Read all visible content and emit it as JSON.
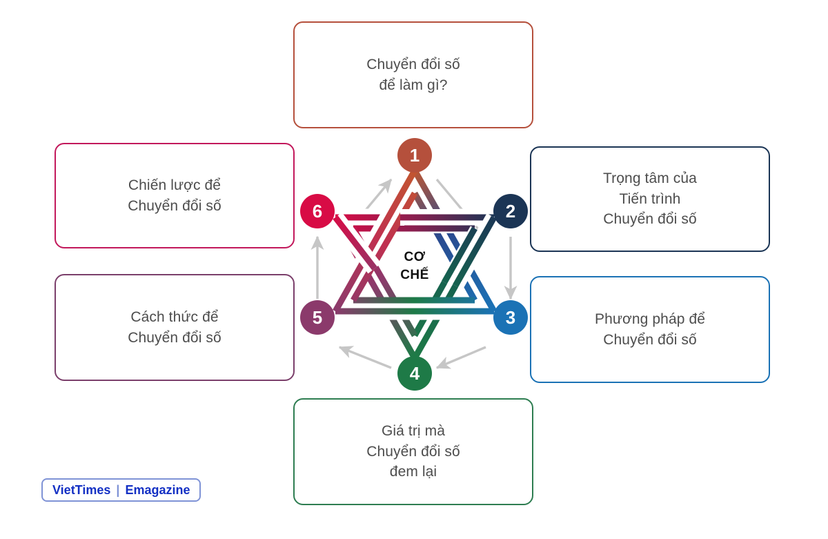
{
  "diagram": {
    "center_label": "CƠ\nCHẾ",
    "center_line1": "CƠ",
    "center_line2": "CHẾ",
    "nodes": [
      {
        "number": "1",
        "color": "#b5503c",
        "position": "top"
      },
      {
        "number": "2",
        "color": "#1b3555",
        "position": "upper-right"
      },
      {
        "number": "3",
        "color": "#1b72b5",
        "position": "lower-right"
      },
      {
        "number": "4",
        "color": "#1e7a47",
        "position": "bottom"
      },
      {
        "number": "5",
        "color": "#8b3a6b",
        "position": "lower-left"
      },
      {
        "number": "6",
        "color": "#d80b45",
        "position": "upper-left"
      }
    ],
    "arrows": [
      {
        "from": "6",
        "to": "1",
        "direction": "up-right"
      },
      {
        "from": "1",
        "to": "2",
        "direction": "down-right"
      },
      {
        "from": "2",
        "to": "3",
        "direction": "down"
      },
      {
        "from": "3",
        "to": "4",
        "direction": "down-left"
      },
      {
        "from": "4",
        "to": "5",
        "direction": "up-left"
      },
      {
        "from": "5",
        "to": "6",
        "direction": "up"
      }
    ],
    "arrow_color": "#c6c6c6"
  },
  "boxes": {
    "top": {
      "text": "Chuyển đổi số\nđể làm gì?",
      "border_color": "#b5503c",
      "linked_node": "1"
    },
    "right_upper": {
      "text": "Trọng tâm của\nTiến trình\nChuyển đổi số",
      "border_color": "#1b3555",
      "linked_node": "2"
    },
    "right_lower": {
      "text": "Phương pháp để\nChuyển đổi số",
      "border_color": "#1b72b5",
      "linked_node": "3"
    },
    "bottom": {
      "text": "Giá trị mà\nChuyển đổi số\nđem lại",
      "border_color": "#1e7a47",
      "linked_node": "4"
    },
    "left_lower": {
      "text": "Cách thức để\nChuyển đổi số",
      "border_color": "#8b3a6b",
      "linked_node": "5"
    },
    "left_upper": {
      "text": "Chiến lược để\nChuyển đổi số",
      "border_color": "#c2185b",
      "linked_node": "6"
    }
  },
  "watermark": {
    "brand": "VietTimes",
    "separator": "|",
    "section": "Emagazine",
    "color": "#1330c4",
    "border_color": "#7f93d6"
  }
}
